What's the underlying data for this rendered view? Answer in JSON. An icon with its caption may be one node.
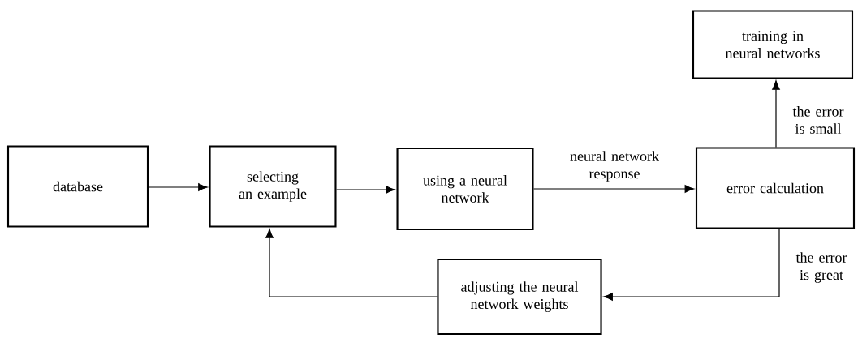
{
  "diagram": {
    "nodes": [
      {
        "text": [
          "database"
        ]
      },
      {
        "text": [
          "selecting an example"
        ]
      },
      {
        "text": [
          "using a neural network"
        ]
      },
      {
        "text": [
          "error calculation"
        ]
      },
      {
        "text": [
          "training in neural networks"
        ]
      },
      {
        "text": [
          "adjusting the neural network weights"
        ]
      }
    ],
    "edges": [
      {
        "from": 0,
        "to": 1,
        "arrow": "to"
      },
      {
        "from": 1,
        "to": 2,
        "arrow": "to"
      },
      {
        "from": 2,
        "to": 3,
        "arrow": "to",
        "label": "neural network response"
      },
      {
        "from": 3,
        "to": 4,
        "arrow": "to",
        "label": "the error is small"
      },
      {
        "from": 3,
        "to": 5,
        "arrow": "to",
        "label": "the error is great"
      },
      {
        "from": 5,
        "to": 1,
        "arrow": "to"
      }
    ]
  }
}
